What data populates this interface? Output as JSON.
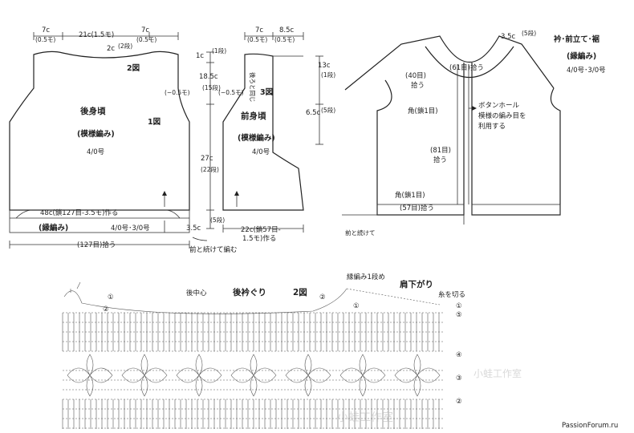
{
  "back": {
    "shoulder_left": "7c",
    "shoulder_left_rows": "(0.5モ)",
    "neck_width": "21c(1.5モ)",
    "shoulder_right": "7c",
    "shoulder_right_rows": "(0.5モ)",
    "neck_depth": "2c",
    "neck_depth_rows": "(2段)",
    "fig2_ref": "2図",
    "armhole_dec": "(−0.5モ)",
    "title": "後身頃",
    "pattern": "(模様編み)",
    "hook": "4/0号",
    "fig1_ref": "1図",
    "width": "48c(鎖127目-3.5モ)作る",
    "border_label": "(縁編み)",
    "border_hook": "4/0号･3/0号",
    "pickup": "(127目)拾う"
  },
  "side_dims": {
    "top": "1c",
    "top_rows": "(1段)",
    "armhole": "18.5c",
    "armhole_rows": "(15段)",
    "body": "27c",
    "body_rows": "(22段)",
    "border": "3.5c",
    "border_rows": "(5段)"
  },
  "front": {
    "shoulder": "7c",
    "shoulder_rows": "(0.5モ)",
    "half_width_top": "8.5c",
    "half_width_rows": "(0.5モ)",
    "same_as_back": "後ろと同じ",
    "armhole_dec": "(−0.5モ)",
    "fig3_ref": "3図",
    "title": "前身頃",
    "pattern": "(模様編み)",
    "hook": "4/0号",
    "neck": "13c",
    "neck_rows": "(1段)",
    "front_edge": "6.5c",
    "front_edge_rows": "(5段)",
    "width": "22c(鎖57目-",
    "width2": "1.5モ)作る",
    "continue": "前と続けて編む"
  },
  "finish": {
    "title": "衿･前立て･裾",
    "subtitle": "(縁編み)",
    "hook": "4/0号･3/0号",
    "collar_height": "3.5c",
    "collar_rows": "(5段)",
    "neck_pick": "(61目)拾う",
    "front_pick1": "(40目)",
    "front_pick1b": "拾う",
    "corner1": "角(鎖1目)",
    "buttonhole1": "ボタンホール",
    "buttonhole2": "模様の編み目を",
    "buttonhole3": "利用する",
    "front_pick2": "(81目)",
    "front_pick2b": "拾う",
    "corner2": "角(鎖1目)",
    "hem_pick": "(57目)拾う",
    "continue": "前と続けて"
  },
  "chart": {
    "center": "後中心",
    "neck_title": "後衿ぐり",
    "fig": "2図",
    "border_row1": "縁編み1段め",
    "shoulder_slope": "肩下がり",
    "cut_yarn": "糸を切る",
    "row1": "①",
    "row2": "②",
    "row2b": "②",
    "row1b": "①",
    "row_right1": "①",
    "row_right2": "⑤",
    "row_right3": "④",
    "row_right4": "③",
    "row_right5": "②",
    "watermark1": "小蛙工作室",
    "watermark2": "PassionForum.ru"
  }
}
